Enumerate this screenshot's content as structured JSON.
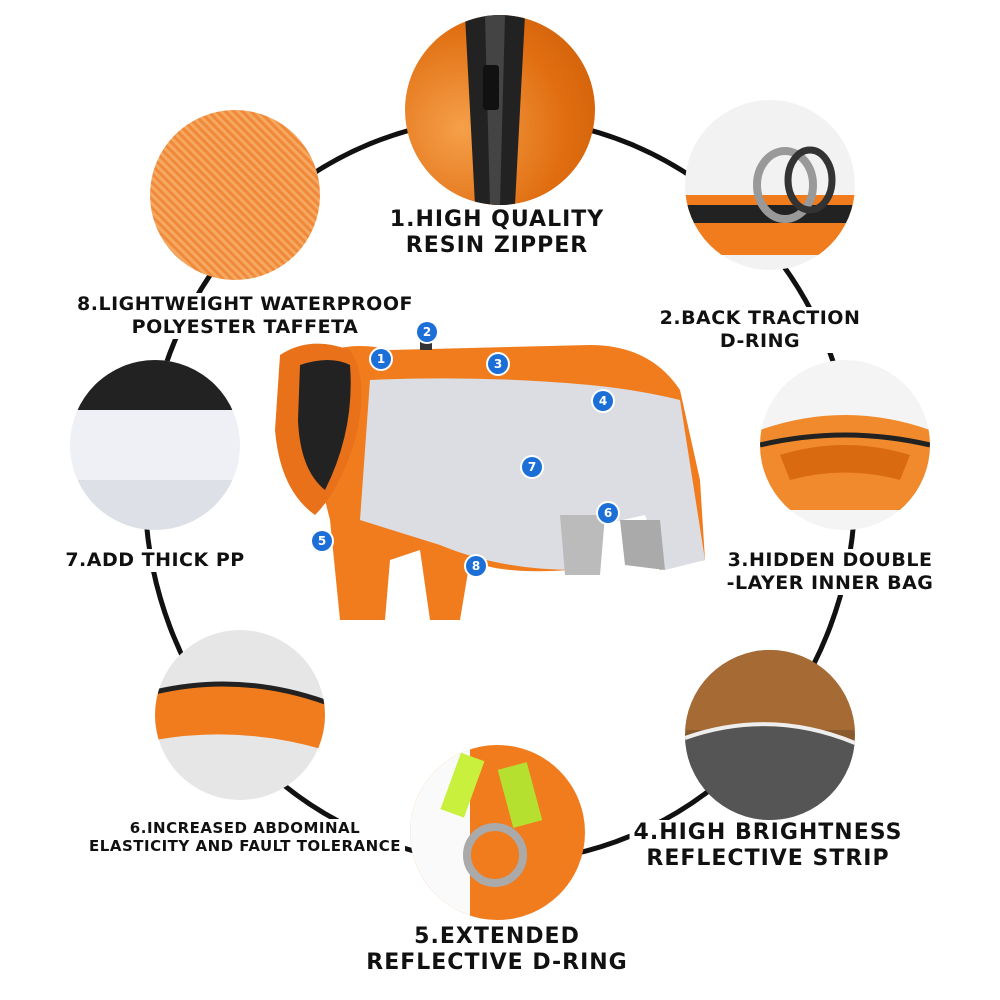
{
  "colors": {
    "orange": "#f07c1e",
    "gray": "#dcdde2",
    "badge": "#1c6fd6",
    "ring": "#111111"
  },
  "features": [
    {
      "line1": "1.HIGH QUALITY",
      "line2": "RESIN ZIPPER"
    },
    {
      "line1": "2.BACK TRACTION",
      "line2": "D-RING"
    },
    {
      "line1": "3.HIDDEN DOUBLE",
      "line2": "-LAYER INNER BAG"
    },
    {
      "line1": "4.HIGH BRIGHTNESS",
      "line2": "REFLECTIVE STRIP"
    },
    {
      "line1": "5.EXTENDED",
      "line2": "REFLECTIVE D-RING"
    },
    {
      "line1": "6.INCREASED ABDOMINAL",
      "line2": "ELASTICITY AND FAULT TOLERANCE"
    },
    {
      "line1": "7.ADD THICK PP"
    },
    {
      "line1": "8.LIGHTWEIGHT WATERPROOF",
      "line2": "POLYESTER TAFFETA"
    }
  ],
  "badges": [
    "1",
    "2",
    "3",
    "4",
    "5",
    "6",
    "7",
    "8"
  ]
}
